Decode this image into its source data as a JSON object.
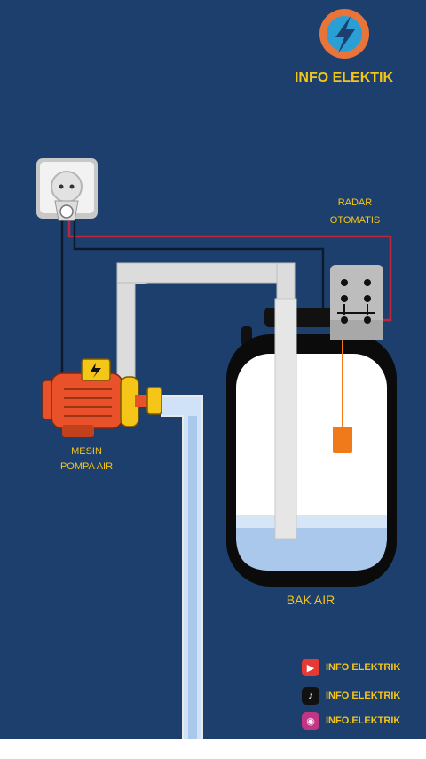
{
  "brand": {
    "title": "INFO ELEKTIK"
  },
  "labels": {
    "radar_line1": "RADAR",
    "radar_line2": "OTOMATIS",
    "pump_line1": "MESIN",
    "pump_line2": "POMPA AIR",
    "tank": "BAK AIR"
  },
  "social": [
    {
      "platform_icon": "youtube-icon",
      "handle": "INFO ELEKTRIK",
      "color": "#e53935"
    },
    {
      "platform_icon": "tiktok-icon",
      "handle": "INFO ELEKTRIK",
      "color": "#111111"
    },
    {
      "platform_icon": "instagram-icon",
      "handle": "INFO.ELEKTRIK",
      "color": "#c13584"
    }
  ],
  "colors": {
    "background": "#1c3f6e",
    "accent": "#f5c518",
    "wire_red": "#c0263a",
    "wire_dark": "#0d1a2c",
    "pipe": "#dcdcdc",
    "water": "#a9c8ec",
    "pump": "#e8512a",
    "float": "#f07a1a"
  }
}
